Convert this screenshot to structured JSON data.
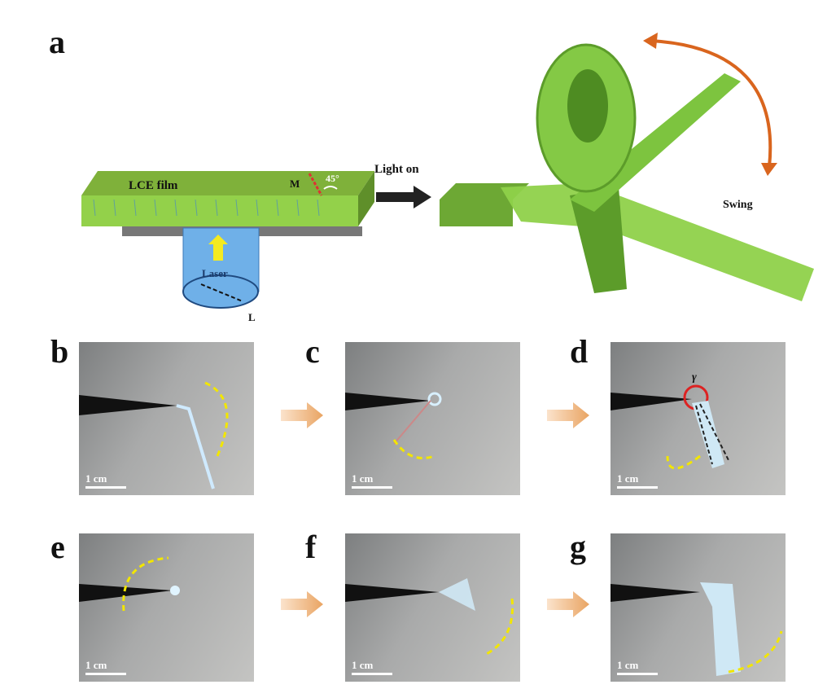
{
  "panels": {
    "a": {
      "label": "a",
      "film_label": "LCE film",
      "m_label": "M",
      "angle_label": "45°",
      "laser_label": "Laser",
      "l_label": "L",
      "light_label": "Light on",
      "swing_label": "Swing"
    },
    "b": {
      "label": "b",
      "scale": "1 cm"
    },
    "c": {
      "label": "c",
      "scale": "1 cm"
    },
    "d": {
      "label": "d",
      "scale": "1 cm",
      "gamma": "γ"
    },
    "e": {
      "label": "e",
      "scale": "1 cm"
    },
    "f": {
      "label": "f",
      "scale": "1 cm"
    },
    "g": {
      "label": "g",
      "scale": "1 cm"
    }
  },
  "colors": {
    "film": "#8cc63f",
    "laser": "#5aa0de",
    "arrow_orange": "#e9a462",
    "swing_arrow": "#d9651e",
    "dashed_yellow": "#f2e600"
  }
}
